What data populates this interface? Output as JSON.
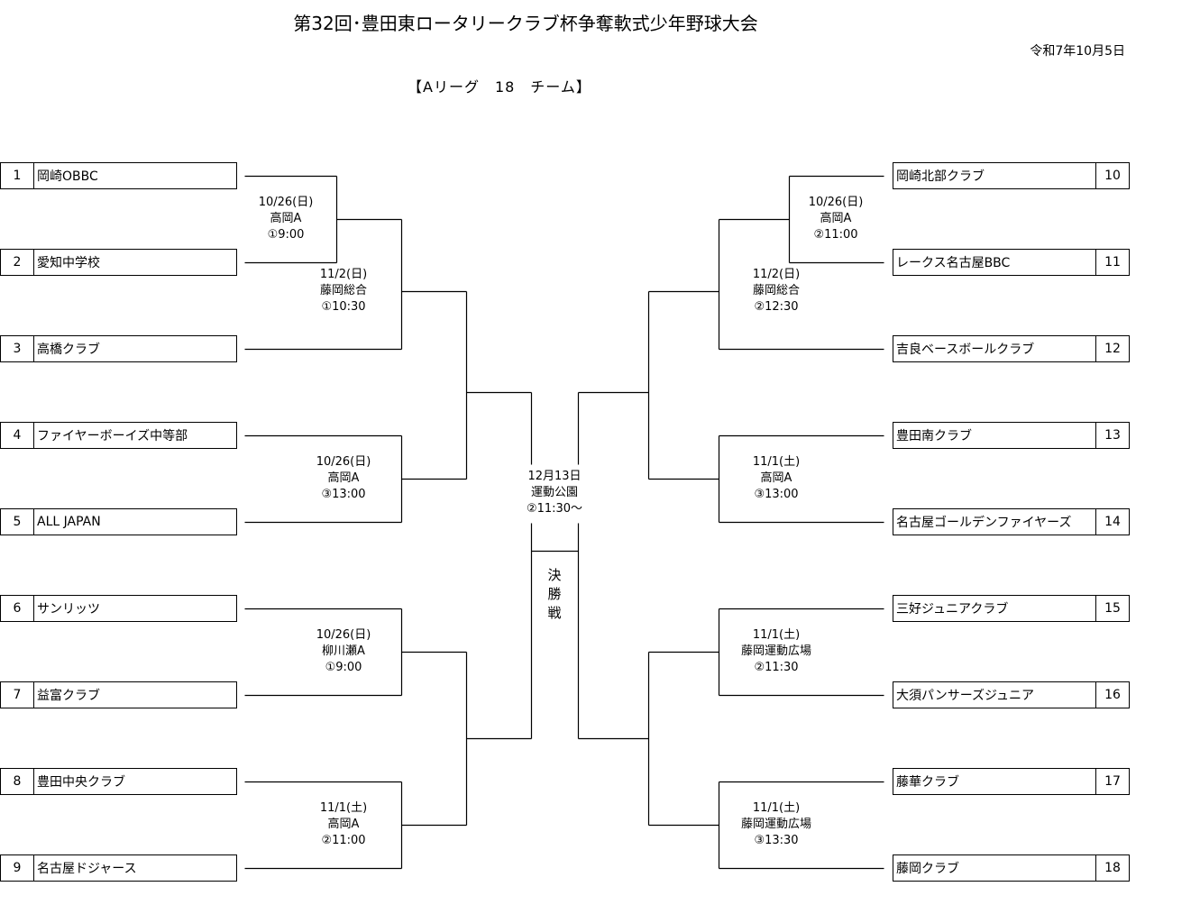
{
  "header": {
    "title": "第32回･豊田東ロータリークラブ杯争奪軟式少年野球大会",
    "date": "令和7年10月5日",
    "league": "【Aリーグ　18　チーム】"
  },
  "teams": [
    {
      "num": "1",
      "name": "岡崎OBBC"
    },
    {
      "num": "2",
      "name": "愛知中学校"
    },
    {
      "num": "3",
      "name": "高橋クラブ"
    },
    {
      "num": "4",
      "name": "ファイヤーボーイズ中等部"
    },
    {
      "num": "5",
      "name": "ALL JAPAN"
    },
    {
      "num": "6",
      "name": "サンリッツ"
    },
    {
      "num": "7",
      "name": "益富クラブ"
    },
    {
      "num": "8",
      "name": "豊田中央クラブ"
    },
    {
      "num": "9",
      "name": "名古屋ドジャース"
    },
    {
      "num": "10",
      "name": "岡崎北部クラブ"
    },
    {
      "num": "11",
      "name": "レークス名古屋BBC"
    },
    {
      "num": "12",
      "name": "吉良ベースボールクラブ"
    },
    {
      "num": "13",
      "name": "豊田南クラブ"
    },
    {
      "num": "14",
      "name": "名古屋ゴールデンファイヤーズ"
    },
    {
      "num": "15",
      "name": "三好ジュニアクラブ"
    },
    {
      "num": "16",
      "name": "大須パンサーズジュニア"
    },
    {
      "num": "17",
      "name": "藤華クラブ"
    },
    {
      "num": "18",
      "name": "藤岡クラブ"
    }
  ],
  "matches": [
    {
      "date": "10/26(日)",
      "venue": "高岡A",
      "time": "①9:00"
    },
    {
      "date": "11/2(日)",
      "venue": "藤岡総合",
      "time": "①10:30"
    },
    {
      "date": "10/26(日)",
      "venue": "高岡A",
      "time": "③13:00"
    },
    {
      "date": "10/26(日)",
      "venue": "柳川瀬A",
      "time": "①9:00"
    },
    {
      "date": "11/1(土)",
      "venue": "高岡A",
      "time": "②11:00"
    },
    {
      "date": "10/26(日)",
      "venue": "高岡A",
      "time": "②11:00"
    },
    {
      "date": "11/2(日)",
      "venue": "藤岡総合",
      "time": "②12:30"
    },
    {
      "date": "11/1(土)",
      "venue": "高岡A",
      "time": "③13:00"
    },
    {
      "date": "11/1(土)",
      "venue": "藤岡運動広場",
      "time": "②11:30"
    },
    {
      "date": "11/1(土)",
      "venue": "藤岡運動広場",
      "time": "③13:30"
    }
  ],
  "final": {
    "date": "12月13日",
    "venue": "運動公園",
    "time": "②11:30～",
    "label": "決勝戦"
  }
}
